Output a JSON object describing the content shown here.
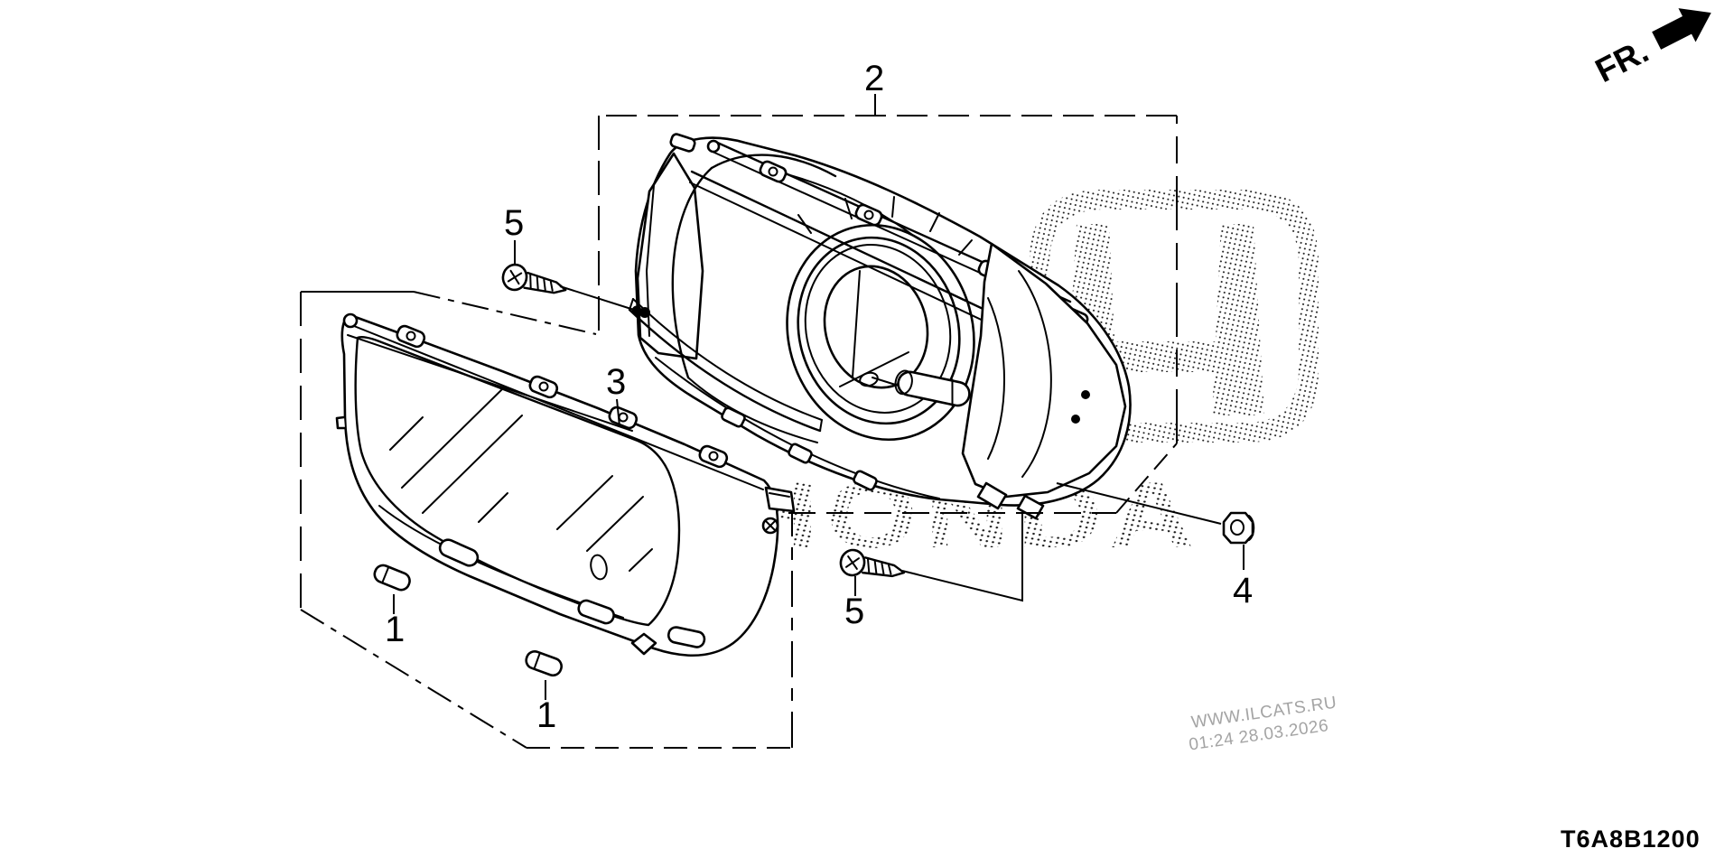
{
  "diagram": {
    "code": "T6A8B1200",
    "direction_indicator": "FR.",
    "watermark": {
      "site": "WWW.ILCATS.RU",
      "timestamp": "01:24 28.03.2026",
      "brand": "HONDA"
    },
    "parts": {
      "bulb_a": "1",
      "bulb_b": "1",
      "meter_assembly": "2",
      "case_lens": "3",
      "nut": "4",
      "screw_a": "5",
      "screw_b": "5"
    }
  }
}
